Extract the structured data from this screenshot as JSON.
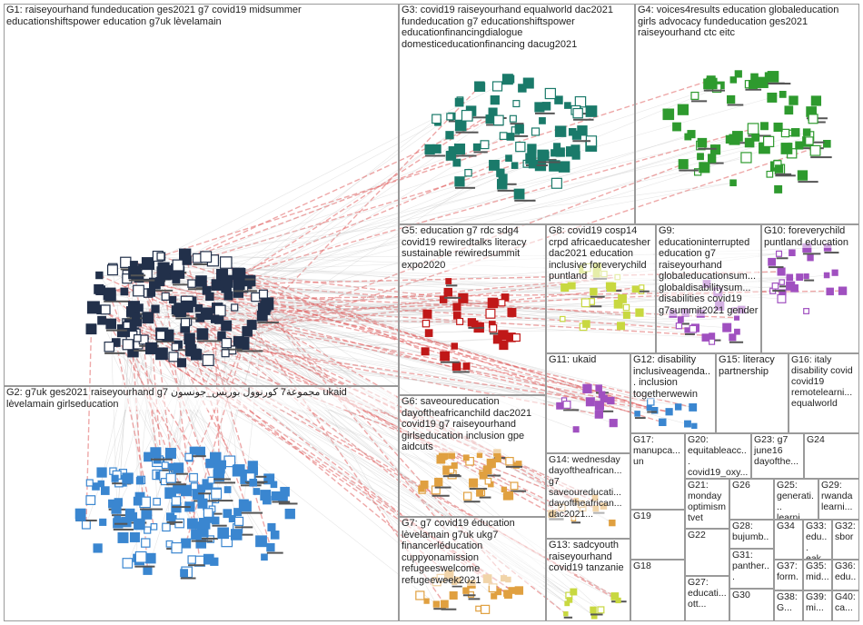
{
  "groups": [
    {
      "id": "G1",
      "label": "G1: raiseyourhand fundeducation ges2021 g7 covid19 midsummer educationshiftspower education g7uk lèvelamain"
    },
    {
      "id": "G2",
      "label": "G2: g7uk ges2021 raiseyourhand g7 مجموعة7 كورنوول بوريس_جونسون ukaid lèvelamain girlseducation"
    },
    {
      "id": "G3",
      "label": "G3: covid19 raiseyourhand equalworld dac2021 fundeducation g7 educationshiftspower educationfinancingdialogue domesticeducationfinancing dacug2021"
    },
    {
      "id": "G4",
      "label": "G4: voices4results education globaleducation girls advocacy fundeducation ges2021 raiseyourhand ctc eitc"
    },
    {
      "id": "G5",
      "label": "G5: education g7 rdc sdg4 covid19 rewiredtalks literacy sustainable rewiredsummit expo2020"
    },
    {
      "id": "G6",
      "label": "G6: saveoureducation dayoftheafricanchild dac2021 covid19 g7 raiseyourhand girlseducation inclusion gpe aidcuts"
    },
    {
      "id": "G7",
      "label": "G7: g7 covid19 éducation lèvelamain g7uk ukg7 financerléducation cuppyonamission refugeeswelcome refugeeweek2021"
    },
    {
      "id": "G8",
      "label": "G8: covid19 cosp14 crpd africaeducatesher dac2021 education inclusive foreverychild puntland"
    },
    {
      "id": "G9",
      "label": "G9: educationinterrupted education g7 raiseyourhand globaleducationsum... globaldisabilitysum... disabilities covid19 g7summit2021 gender"
    },
    {
      "id": "G10",
      "label": "G10: foreverychild puntland education"
    },
    {
      "id": "G11",
      "label": "G11: ukaid"
    },
    {
      "id": "G12",
      "label": "G12: disability inclusiveagenda... inclusion togetherwewin"
    },
    {
      "id": "G13",
      "label": "G13: sadcyouth raiseyourhand covid19 tanzanie"
    },
    {
      "id": "G14",
      "label": "G14: wednesday dayoftheafrican... g7 saveoureducati... dayoftheafrican... dac2021..."
    },
    {
      "id": "G15",
      "label": "G15: literacy partnership"
    },
    {
      "id": "G16",
      "label": "G16: italy disability covid covid19 remotelearni... equalworld"
    },
    {
      "id": "G17",
      "label": "G17: manupca... un"
    },
    {
      "id": "G18",
      "label": "G18"
    },
    {
      "id": "G19",
      "label": "G19"
    },
    {
      "id": "G20",
      "label": "G20: equitableacc... covid19_oxy..."
    },
    {
      "id": "G21",
      "label": "G21: monday optimism tvet"
    },
    {
      "id": "G22",
      "label": "G22"
    },
    {
      "id": "G23",
      "label": "G23: g7 june16 dayofthe..."
    },
    {
      "id": "G24",
      "label": "G24"
    },
    {
      "id": "G25",
      "label": "G25: generati... learni..."
    },
    {
      "id": "G26",
      "label": "G26"
    },
    {
      "id": "G27",
      "label": "G27: educati... ott..."
    },
    {
      "id": "G28",
      "label": "G28: bujumb..."
    },
    {
      "id": "G29",
      "label": "G29: rwanda learni..."
    },
    {
      "id": "G30",
      "label": "G30"
    },
    {
      "id": "G31",
      "label": "G31: panther..."
    },
    {
      "id": "G32",
      "label": "G32: sbor"
    },
    {
      "id": "G33",
      "label": "G33: edu... eak..."
    },
    {
      "id": "G34",
      "label": "G34"
    },
    {
      "id": "G35",
      "label": "G35: mid..."
    },
    {
      "id": "G36",
      "label": "G36: edu..."
    },
    {
      "id": "G37",
      "label": "G37: form..."
    },
    {
      "id": "G38",
      "label": "G38: G..."
    },
    {
      "id": "G39",
      "label": "G39: mi..."
    },
    {
      "id": "G40",
      "label": "G40: ca..."
    }
  ],
  "colors": {
    "border": "#9a9a9a",
    "edge_gray": "#c8c8c8",
    "edge_red": "#e06060",
    "g1_nodes": "#22304a",
    "g2_nodes": "#3a86d0",
    "g3_nodes": "#1a7a6a",
    "g4_nodes": "#2e9a2e",
    "g5_nodes": "#c01818",
    "g6_nodes": "#e0a040",
    "g8_nodes": "#c8d840",
    "g10_nodes": "#a050c0"
  }
}
